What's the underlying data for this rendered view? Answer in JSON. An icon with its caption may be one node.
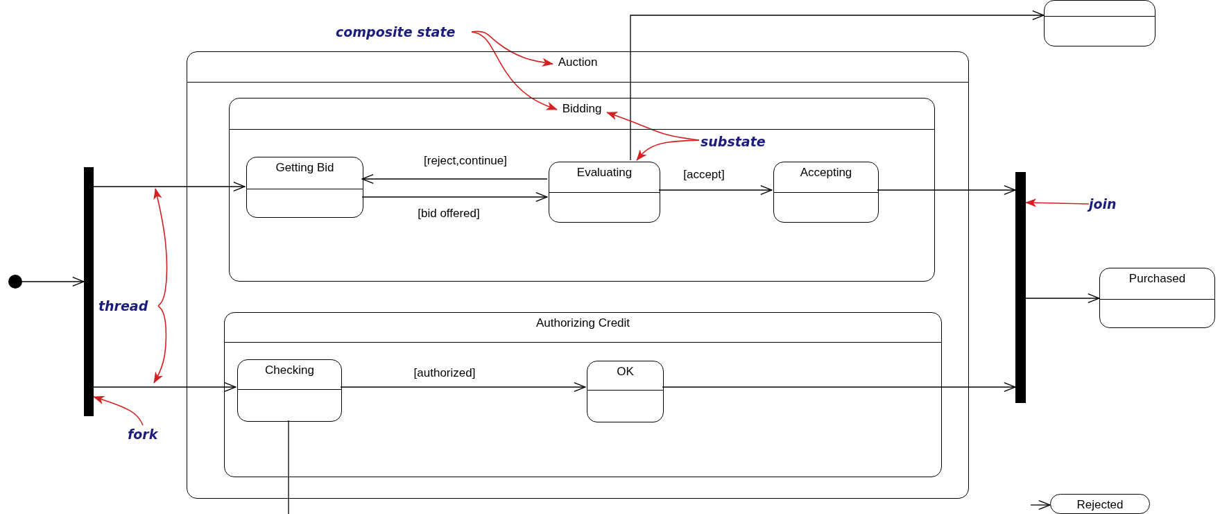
{
  "diagram": {
    "nodes": [
      {
        "text": [
          "composite state"
        ]
      },
      {
        "text": [
          "Auction"
        ]
      },
      {
        "text": [
          "Bidding"
        ],
        "in": 1
      },
      {
        "text": [
          "Getting Bid"
        ],
        "in": 2
      },
      {
        "text": [
          "Evaluating"
        ],
        "in": 2
      },
      {
        "text": [
          "Accepting"
        ],
        "in": 2
      },
      {
        "text": [
          "substate"
        ],
        "in": 2
      },
      {
        "text": [
          "Authorizing Credit"
        ],
        "in": 1
      },
      {
        "text": [
          "Checking"
        ],
        "in": 7
      },
      {
        "text": [
          "OK"
        ],
        "in": 7
      },
      {
        "text": [],
        "shape": "circle"
      },
      {
        "text": [],
        "shape": "bar"
      },
      {
        "text": [
          "thread"
        ]
      },
      {
        "text": [
          "fork"
        ]
      },
      {
        "text": [],
        "shape": "bar"
      },
      {
        "text": [
          "join"
        ]
      },
      {
        "text": [
          "Purchased"
        ]
      },
      {
        "text": [],
        "shape": "box"
      },
      {
        "text": [
          "Rejected"
        ]
      }
    ],
    "edges": [
      {
        "from": 10,
        "to": 11,
        "arrow": "to"
      },
      {
        "from": 11,
        "to": 3,
        "arrow": "to"
      },
      {
        "from": 11,
        "to": 8,
        "arrow": "to"
      },
      {
        "from": 4,
        "to": 3,
        "arrow": "to",
        "label": "[reject,continue]"
      },
      {
        "from": 3,
        "to": 4,
        "arrow": "to",
        "label": "[bid offered]"
      },
      {
        "from": 4,
        "to": 5,
        "arrow": "to",
        "label": "[accept]"
      },
      {
        "from": 5,
        "to": 14,
        "arrow": "to"
      },
      {
        "from": 8,
        "to": 9,
        "arrow": "to",
        "label": "[authorized]"
      },
      {
        "from": 9,
        "to": 14,
        "arrow": "to"
      },
      {
        "from": 14,
        "to": 16,
        "arrow": "to"
      },
      {
        "from": 4,
        "to": 17,
        "arrow": "to"
      },
      {
        "from": 8,
        "to": null,
        "arrow": "none"
      },
      {
        "from": null,
        "to": 18,
        "arrow": "to"
      },
      {
        "from": 0,
        "to": 1,
        "arrow": "to",
        "color": "#d42020"
      },
      {
        "from": 0,
        "to": 2,
        "arrow": "to",
        "color": "#d42020"
      },
      {
        "from": 6,
        "to": 2,
        "arrow": "to",
        "color": "#d42020"
      },
      {
        "from": 6,
        "to": 4,
        "arrow": "to",
        "color": "#d42020"
      },
      {
        "from": 12,
        "to": null,
        "arrow": "to",
        "color": "#d42020"
      },
      {
        "from": 12,
        "to": null,
        "arrow": "to",
        "color": "#d42020"
      },
      {
        "from": 13,
        "to": 11,
        "arrow": "to",
        "color": "#d42020"
      },
      {
        "from": 15,
        "to": 14,
        "arrow": "to",
        "color": "#d42020"
      }
    ]
  }
}
